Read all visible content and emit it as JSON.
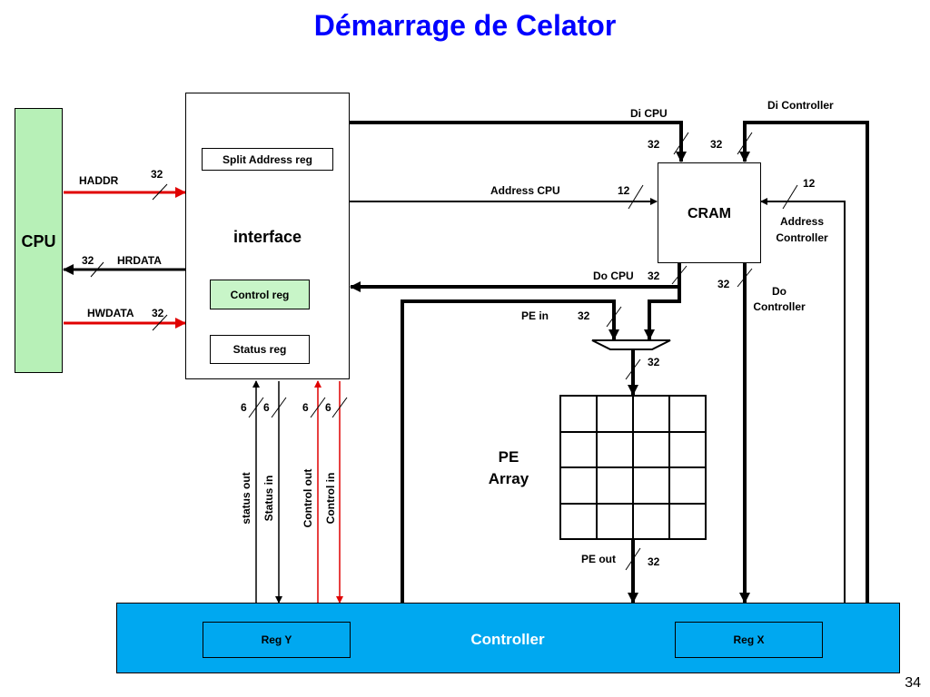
{
  "title": "Démarrage de Celator",
  "page_number": "34",
  "cpu": {
    "label": "CPU",
    "color": "#b7f0b7"
  },
  "interface": {
    "label": "interface",
    "split_address_reg": "Split Address reg",
    "control_reg": "Control reg",
    "status_reg": "Status reg"
  },
  "cram": {
    "label": "CRAM"
  },
  "pe_array": {
    "line1": "PE",
    "line2": "Array"
  },
  "controller": {
    "label": "Controller",
    "reg_y": "Reg Y",
    "reg_x": "Reg X",
    "color": "#00a8f0"
  },
  "signals": {
    "haddr": "HADDR",
    "hrdata": "HRDATA",
    "hwdata": "HWDATA",
    "di_cpu": "Di CPU",
    "di_controller": "Di Controller",
    "address_cpu": "Address CPU",
    "address_controller_1": "Address",
    "address_controller_2": "Controller",
    "do_cpu": "Do CPU",
    "do_controller_1": "Do",
    "do_controller_2": "Controller",
    "pe_in": "PE in",
    "pe_out": "PE out",
    "status_out": "status out",
    "status_in": "Status in",
    "control_out": "Control out",
    "control_in": "Control in"
  },
  "widths": {
    "haddr": "32",
    "hrdata": "32",
    "hwdata": "32",
    "di_cpu": "32",
    "di_controller": "32",
    "address_cpu": "12",
    "address_controller": "12",
    "do_cpu": "32",
    "do_controller": "32",
    "pe_in": "32",
    "mux_out": "32",
    "pe_out": "32",
    "status_out": "6",
    "status_in": "6",
    "control_out": "6",
    "control_in": "6"
  },
  "colors": {
    "title": "#0000ff",
    "red_signal": "#e00000",
    "control_reg_fill": "#c8f5c8"
  }
}
